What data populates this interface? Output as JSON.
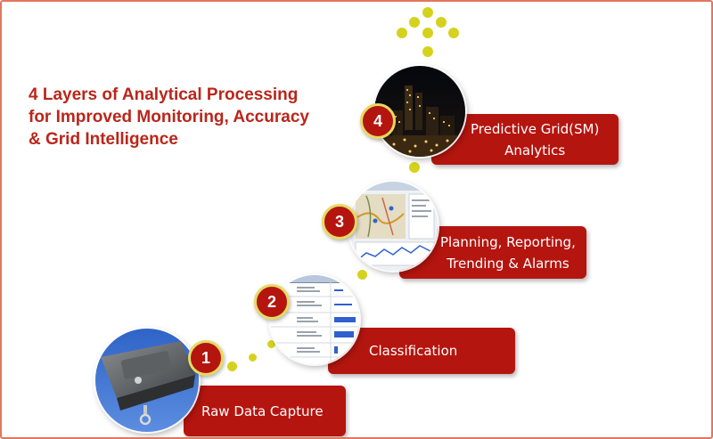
{
  "title": {
    "line1": "4 Layers of Analytical Processing",
    "line2": "for Improved Monitoring, Accuracy",
    "line3": "& Grid Intelligence"
  },
  "layers": [
    {
      "number": "1",
      "label": "Raw Data Capture",
      "image": "sensor-device-photo"
    },
    {
      "number": "2",
      "label": "Classification",
      "image": "event-classification-table-screenshot"
    },
    {
      "number": "3",
      "label_line1": "Planning, Reporting,",
      "label_line2": "Trending & Alarms",
      "image": "map-dashboard-screenshot"
    },
    {
      "number": "4",
      "label_line1": "Predictive Grid(SM)",
      "label_line2": "Analytics",
      "image": "city-night-skyline-photo"
    }
  ],
  "colors": {
    "title": "#b9261a",
    "bar": "#b5150f",
    "number_ring": "#e6da62",
    "dots": "#d5d21e",
    "frame_border": "#e0775f"
  }
}
